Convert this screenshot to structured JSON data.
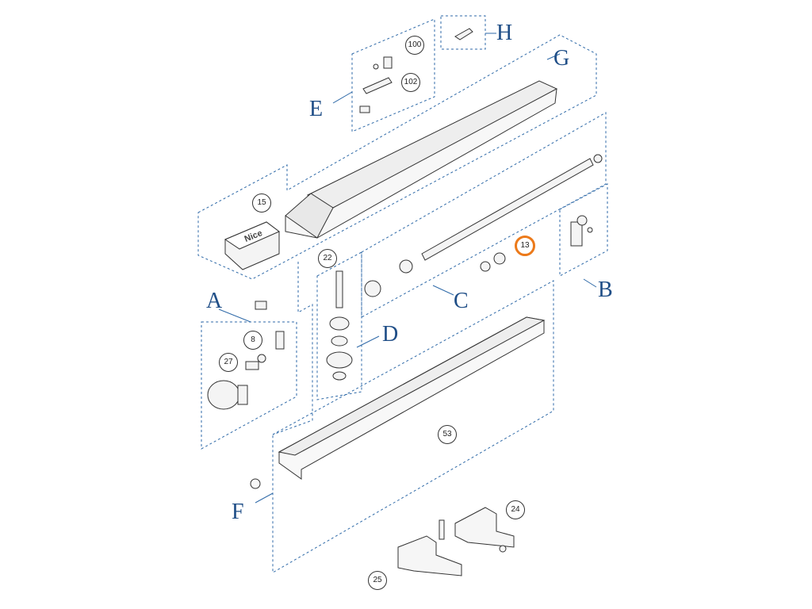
{
  "groups": {
    "A": "A",
    "B": "B",
    "C": "C",
    "D": "D",
    "E": "E",
    "F": "F",
    "G": "G",
    "H": "H"
  },
  "callouts": {
    "p8": "8",
    "p13": "13",
    "p15": "15",
    "p22": "22",
    "p24": "24",
    "p25": "25",
    "p27": "27",
    "p53": "53",
    "p100": "100",
    "p102": "102"
  },
  "brand_label": "Nice",
  "colors": {
    "group_letter": "#1f4e87",
    "dashed_border": "#2f6aa8",
    "highlight": "#ec7a1a",
    "part_stroke": "#333333"
  }
}
